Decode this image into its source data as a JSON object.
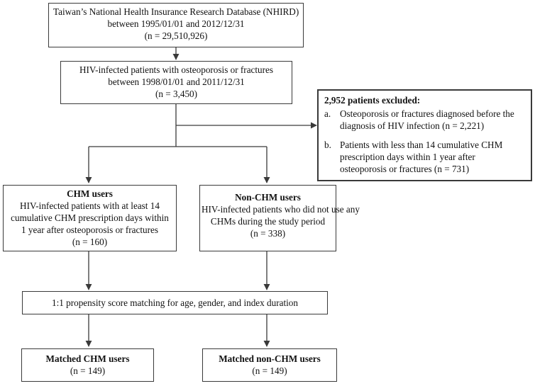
{
  "nhird": {
    "line1": "Taiwan’s National Health Insurance Research Database (NHIRD)",
    "line2": "between 1995/01/01  and 2012/12/31",
    "line3": "(n = 29,510,926)"
  },
  "hiv": {
    "line1": "HIV-infected patients with osteoporosis or fractures",
    "line2": "between 1998/01/01  and 2011/12/31",
    "line3": "(n = 3,450)"
  },
  "excluded": {
    "title": "2,952 patients excluded:",
    "a_marker": "a.",
    "a_line1": "Osteoporosis or fractures diagnosed before the",
    "a_line2": "diagnosis of HIV infection (n = 2,221)",
    "b_marker": "b.",
    "b_line1": "Patients with less than 14 cumulative CHM",
    "b_line2": "prescription days within 1 year after",
    "b_line3": "osteoporosis or fractures (n = 731)"
  },
  "chm": {
    "title": "CHM users",
    "line1": "HIV-infected patients with at least 14",
    "line2": "cumulative CHM prescription days within",
    "line3": "1 year after osteoporosis or fractures",
    "line4": "(n =  160)"
  },
  "nonchm": {
    "title": "Non-CHM users",
    "line1": "HIV-infected patients who did not use any",
    "line2": "CHMs during the study period",
    "line3": "(n = 338)"
  },
  "matching": {
    "label": "1:1 propensity score matching for age, gender, and index duration"
  },
  "matched_chm": {
    "title": "Matched CHM users",
    "count": "(n = 149)"
  },
  "matched_nonchm": {
    "title": "Matched non-CHM users",
    "count": "(n = 149)"
  },
  "colors": {
    "line": "#3a3a3a",
    "text": "#111111",
    "background": "#ffffff"
  }
}
